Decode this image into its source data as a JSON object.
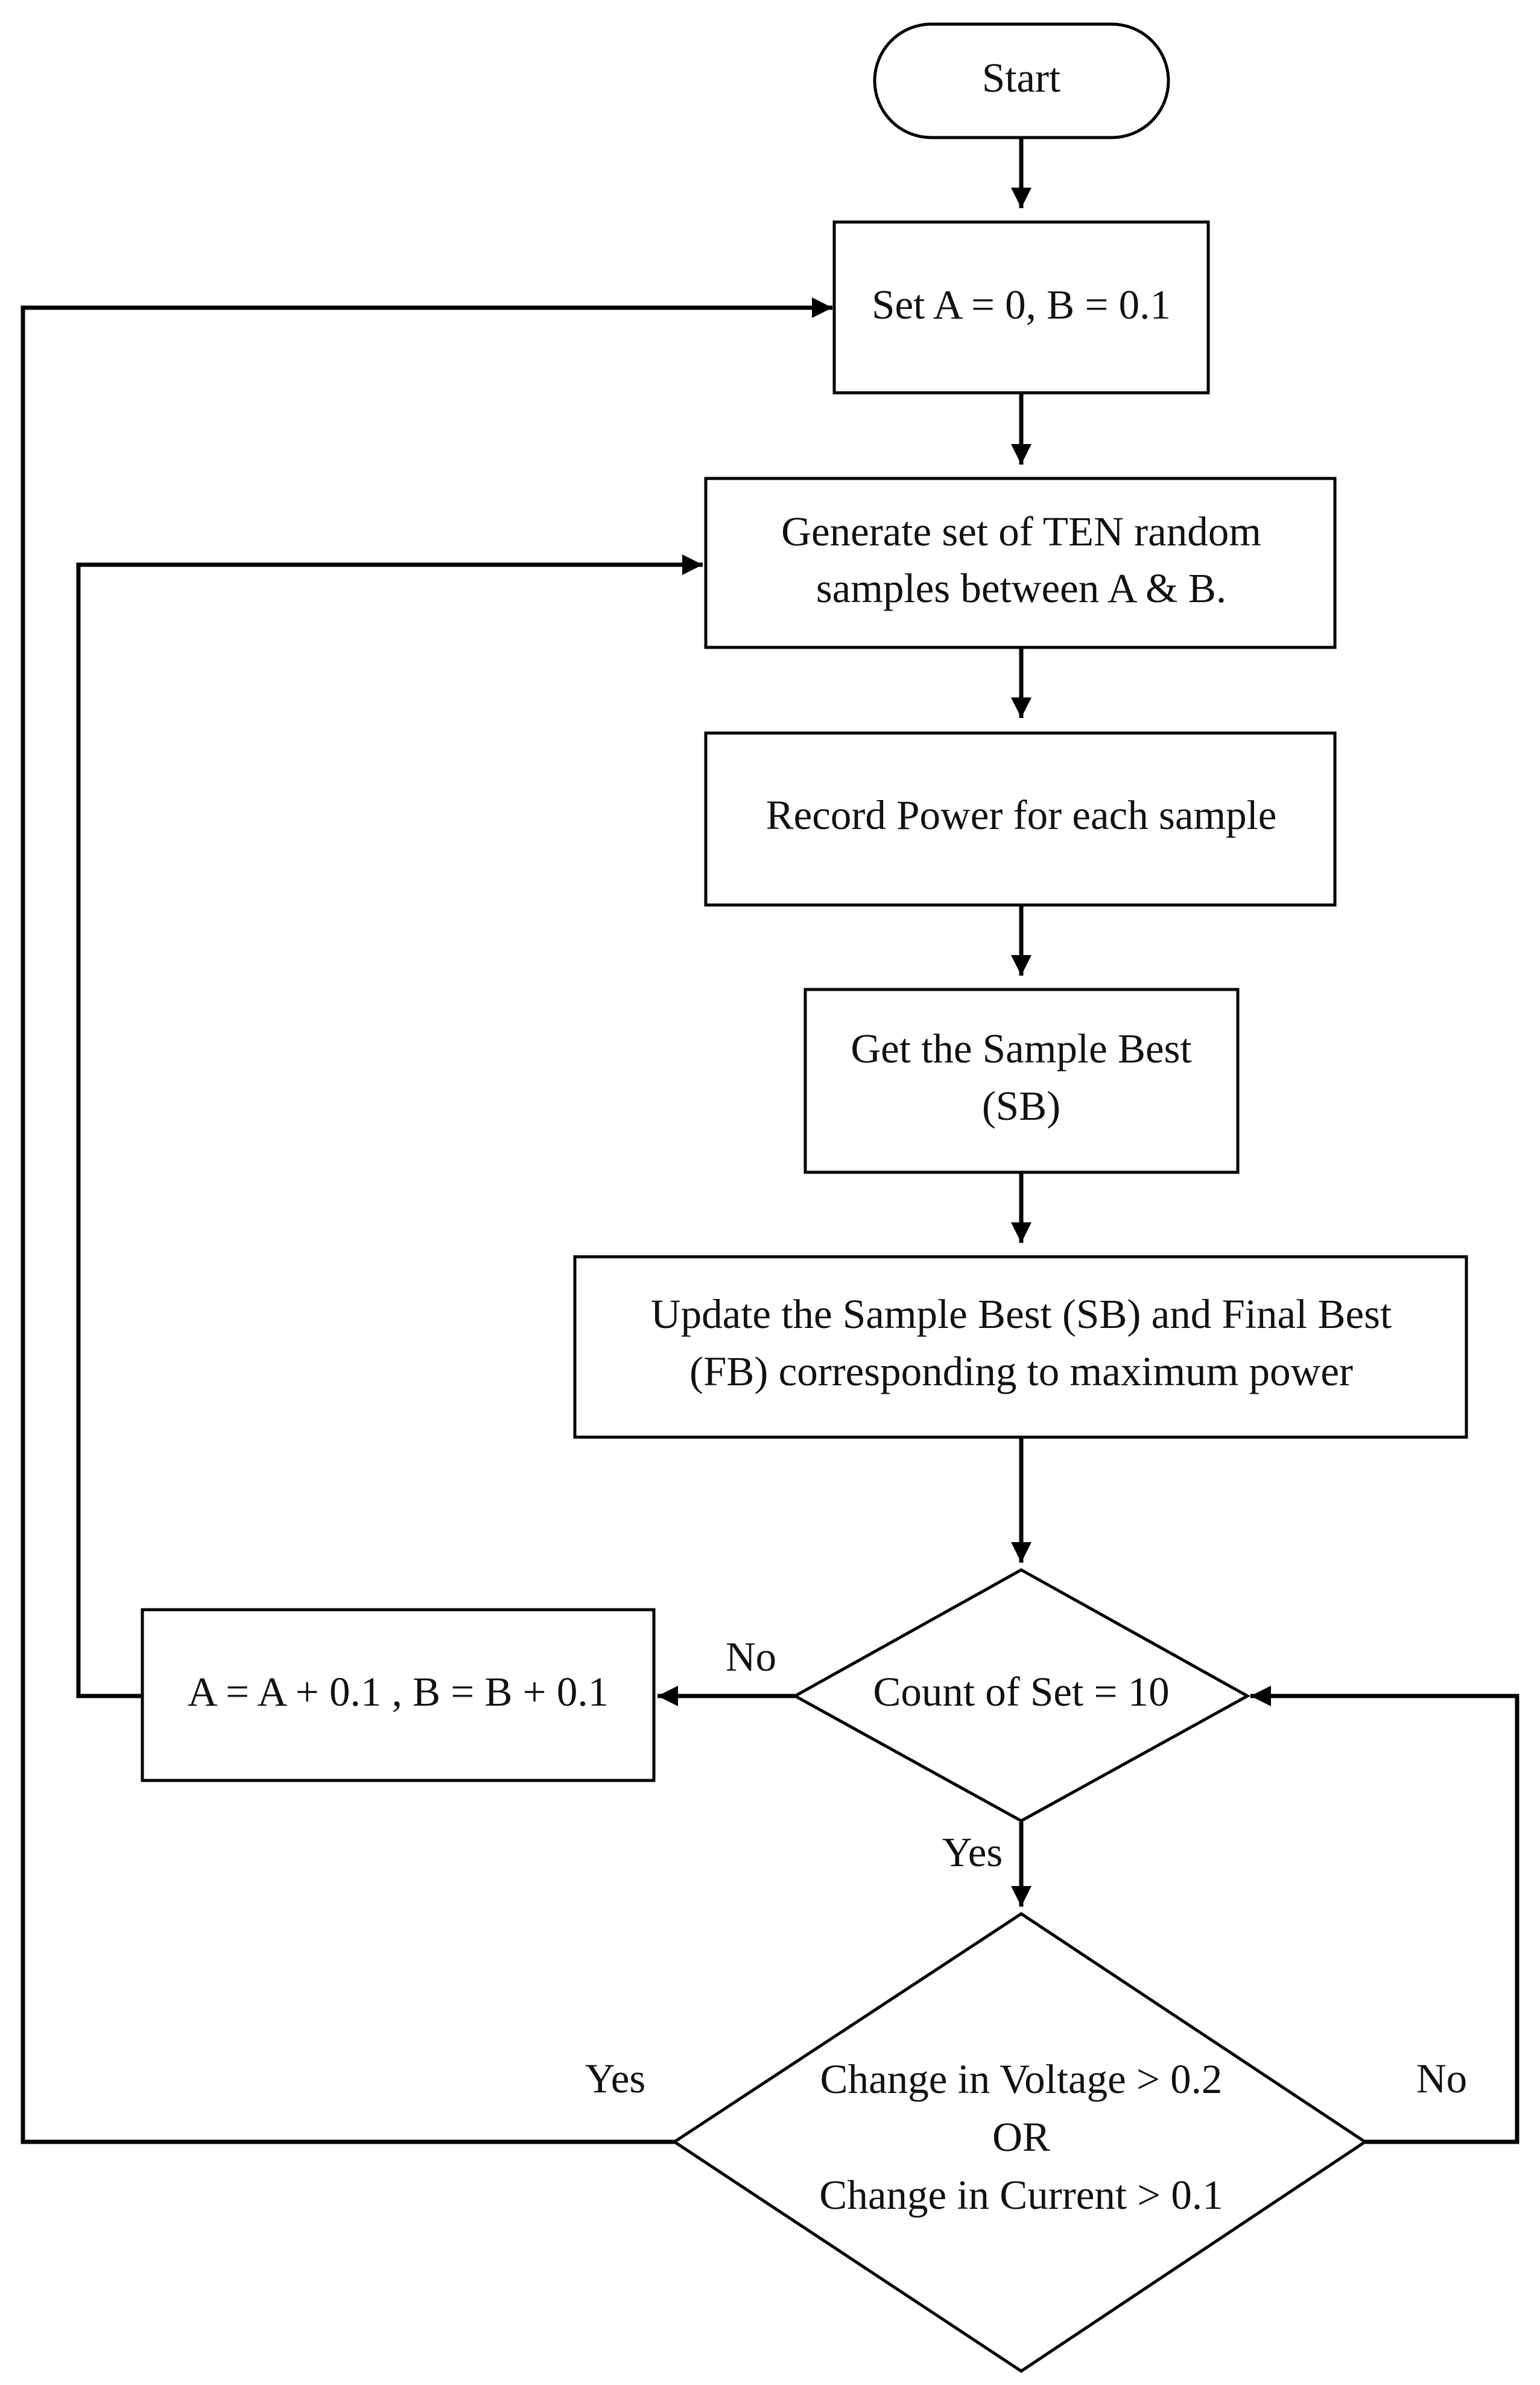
{
  "flowchart": {
    "start": "Start",
    "set_ab": "Set A = 0, B = 0.1",
    "generate": [
      "Generate set of TEN random",
      "samples between A & B."
    ],
    "record": "Record Power for each sample",
    "get_best": [
      "Get the Sample Best",
      "(SB)"
    ],
    "update": [
      "Update the Sample Best (SB) and Final Best",
      "(FB) corresponding to maximum power"
    ],
    "increment": "A = A + 0.1 , B = B + 0.1",
    "decision_count": "Count of Set = 10",
    "decision_change": [
      "Change in Voltage > 0.2",
      "OR",
      "Change in Current > 0.1"
    ],
    "labels": {
      "count_no": "No",
      "count_yes": "Yes",
      "change_yes": "Yes",
      "change_no": "No"
    }
  }
}
